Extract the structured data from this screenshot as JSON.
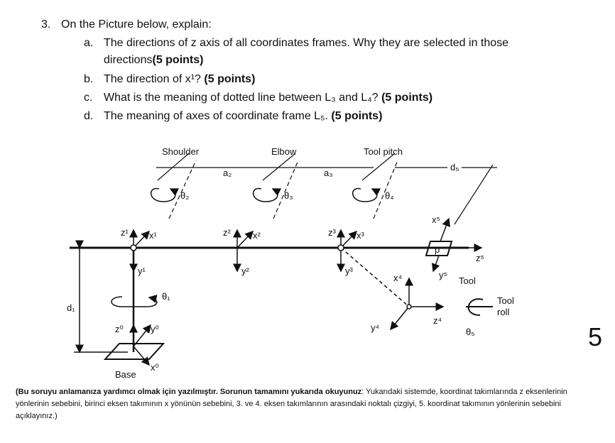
{
  "question": {
    "number": "3.",
    "title": "On the Picture below, explain:",
    "items": [
      {
        "letter": "a.",
        "text": "The directions of z axis of all coordinates frames. Why they are selected in those directions",
        "points": "(5 points)"
      },
      {
        "letter": "b.",
        "text": "The direction of x¹?",
        "points": "(5 points)"
      },
      {
        "letter": "c.",
        "text": "What is the meaning of dotted line between L₃ and L₄?",
        "points": "(5 points)"
      },
      {
        "letter": "d.",
        "text": "The meaning of axes of coordinate frame L₅.",
        "points": "(5 points)"
      }
    ]
  },
  "figure": {
    "joints": {
      "shoulder": "Shoulder",
      "elbow": "Elbow",
      "tool_pitch": "Tool pitch",
      "tool": "Tool",
      "tool_roll_1": "Tool",
      "tool_roll_2": "roll",
      "base": "Base"
    },
    "links": {
      "a2": "a₂",
      "a3": "a₃",
      "d5": "d₅",
      "d1": "d₁"
    },
    "angles": {
      "t1": "θ₁",
      "t2": "θ₂",
      "t3": "θ₃",
      "t4": "θ₄",
      "t5": "θ₅"
    },
    "axes": {
      "z0": "z⁰",
      "y0": "y⁰",
      "x0": "x⁰",
      "z1": "z¹",
      "x1": "x¹",
      "y1": "y¹",
      "z2": "z²",
      "x2": "x²",
      "y2": "y²",
      "z3": "z³",
      "x3": "x³",
      "y3": "y³",
      "x4": "x⁴",
      "y4": "y⁴",
      "z4": "z⁴",
      "x5": "x⁵",
      "y5": "y⁵",
      "z5": "z⁵",
      "p": "p"
    }
  },
  "note": {
    "bold": "(Bu soruyu anlamanıza yardımcı olmak için yazılmıştır. Sorunun tamamını yukarıda okuyunuz",
    "text": ": Yukarıdaki sistemde, koordinat takımlarında z eksenlerinin yönlerinin sebebini, birinci eksen takımının x yönünün sebebini, 3. ve 4. eksen takımlarının arasındaki noktalı çizgiyi, 5. koordinat takımının yönlerinin sebebini açıklayınız.)"
  },
  "page_number": "5"
}
